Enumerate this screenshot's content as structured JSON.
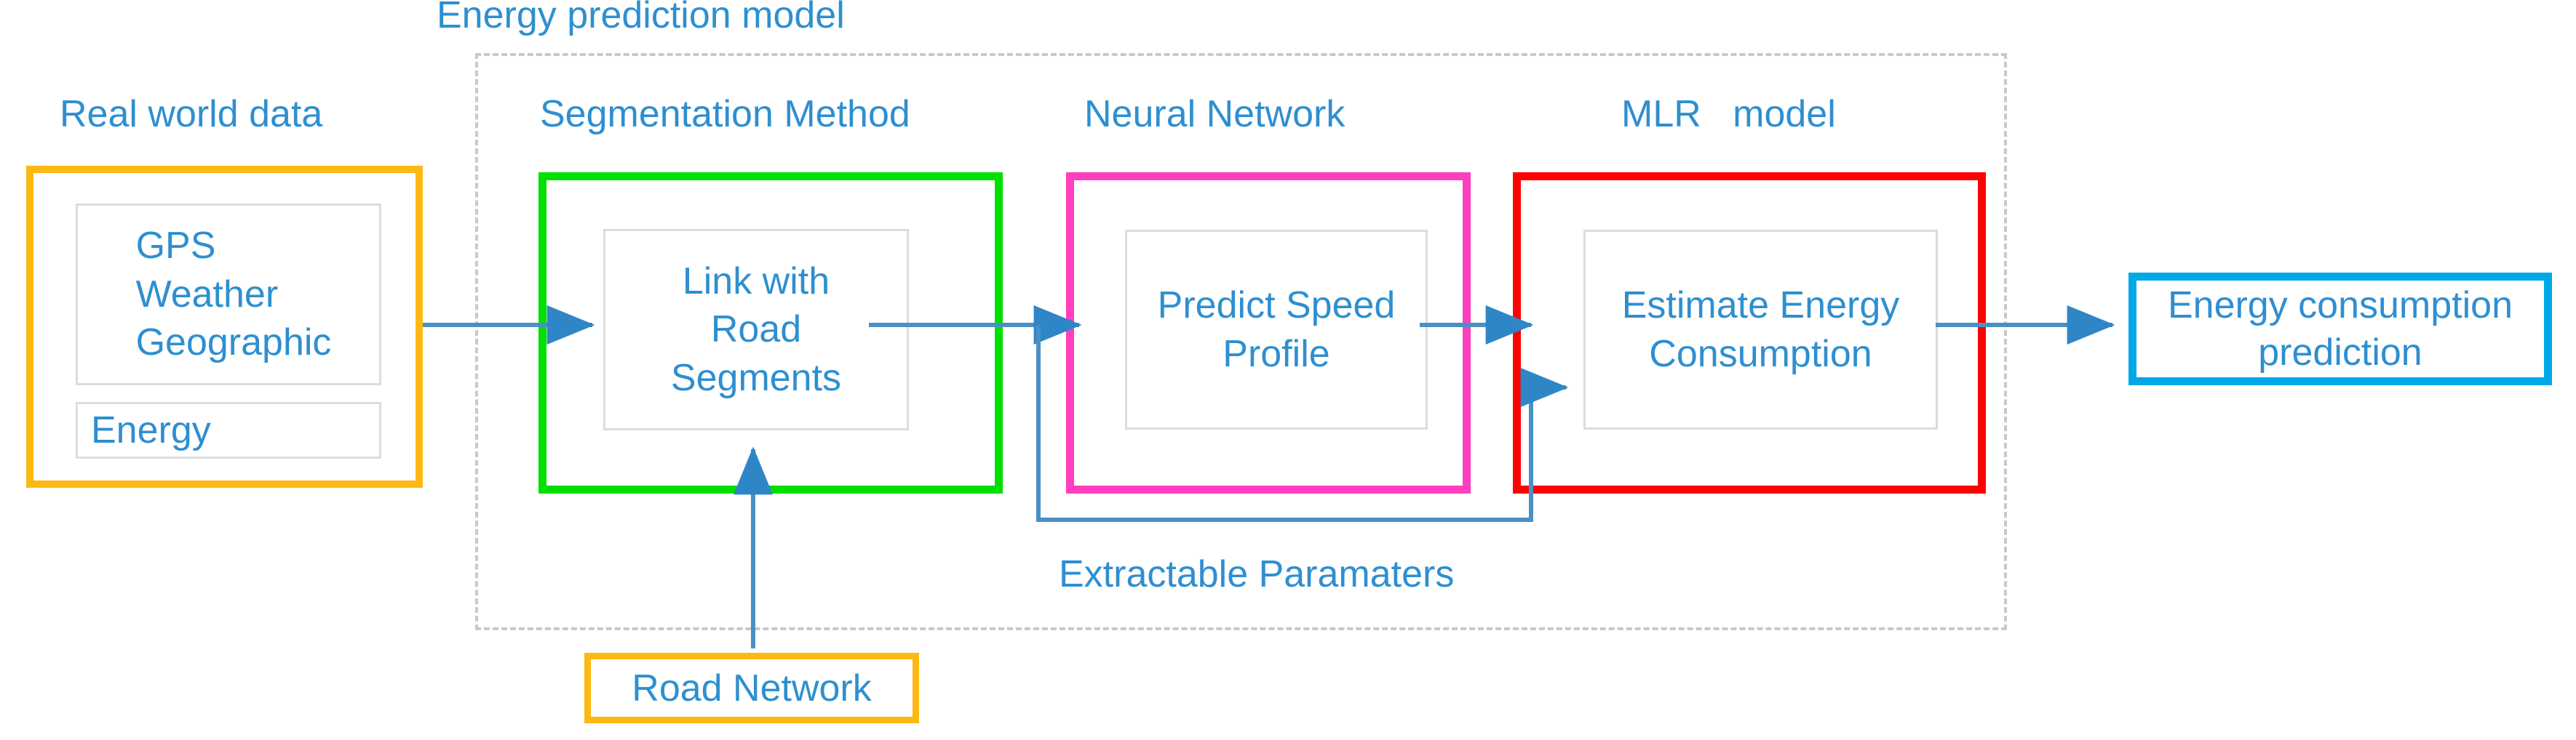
{
  "diagram": {
    "title_top": "Energy prediction model",
    "section_labels": {
      "real_world_data": "Real world data",
      "segmentation_method": "Segmentation Method",
      "neural_network": "Neural Network",
      "mlr_model": "MLR   model"
    },
    "feedback_label": "Extractable Paramaters",
    "nodes": {
      "data_sources": {
        "line1": "GPS",
        "line2": "Weather",
        "line3": "Geographic"
      },
      "energy_source": "Energy",
      "segmentation": {
        "line1": "Link with",
        "line2": "Road",
        "line3": "Segments"
      },
      "neural": {
        "line1": "Predict Speed",
        "line2": "Profile"
      },
      "mlr": {
        "line1": "Estimate Energy",
        "line2": "Consumption"
      },
      "output": {
        "line1": "Energy consumption",
        "line2": "prediction"
      },
      "road_network": "Road Network"
    },
    "colors": {
      "text_blue": "#2e8fd0",
      "arrow_blue": "#4a90c4",
      "orange_frame": "#fdb913",
      "green_frame": "#00e000",
      "pink_frame": "#ff3fbf",
      "red_frame": "#fe0000",
      "cyan_frame": "#00a8e8",
      "dashed_grey": "#c9c9c9",
      "inner_grey": "#dcdcdc"
    }
  }
}
